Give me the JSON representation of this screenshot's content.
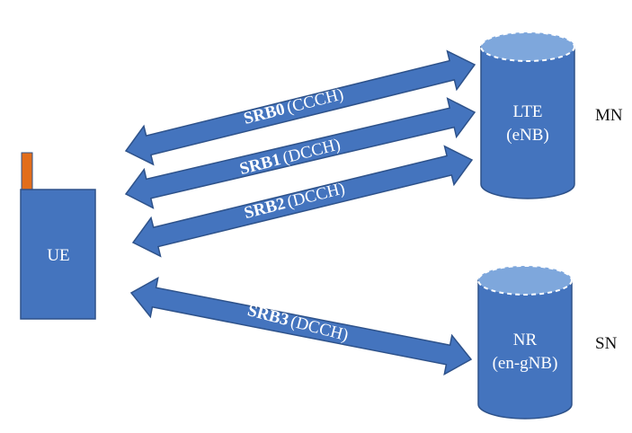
{
  "colors": {
    "fill": "#4474BE",
    "stroke": "#2E528A",
    "cap": "#7EA7DC",
    "antenna": "#E26D1B"
  },
  "ue": {
    "label": "UE"
  },
  "master": {
    "cylinder_line1": "LTE",
    "cylinder_line2": "(eNB)",
    "role": "MN"
  },
  "secondary": {
    "cylinder_line1": "NR",
    "cylinder_line2": "(en-gNB)",
    "role": "SN"
  },
  "bearers": [
    {
      "name": "SRB0",
      "channel": "(CCCH)"
    },
    {
      "name": "SRB1",
      "channel": "(DCCH)"
    },
    {
      "name": "SRB2",
      "channel": "(DCCH)"
    },
    {
      "name": "SRB3",
      "channel": "(DCCH)"
    }
  ]
}
